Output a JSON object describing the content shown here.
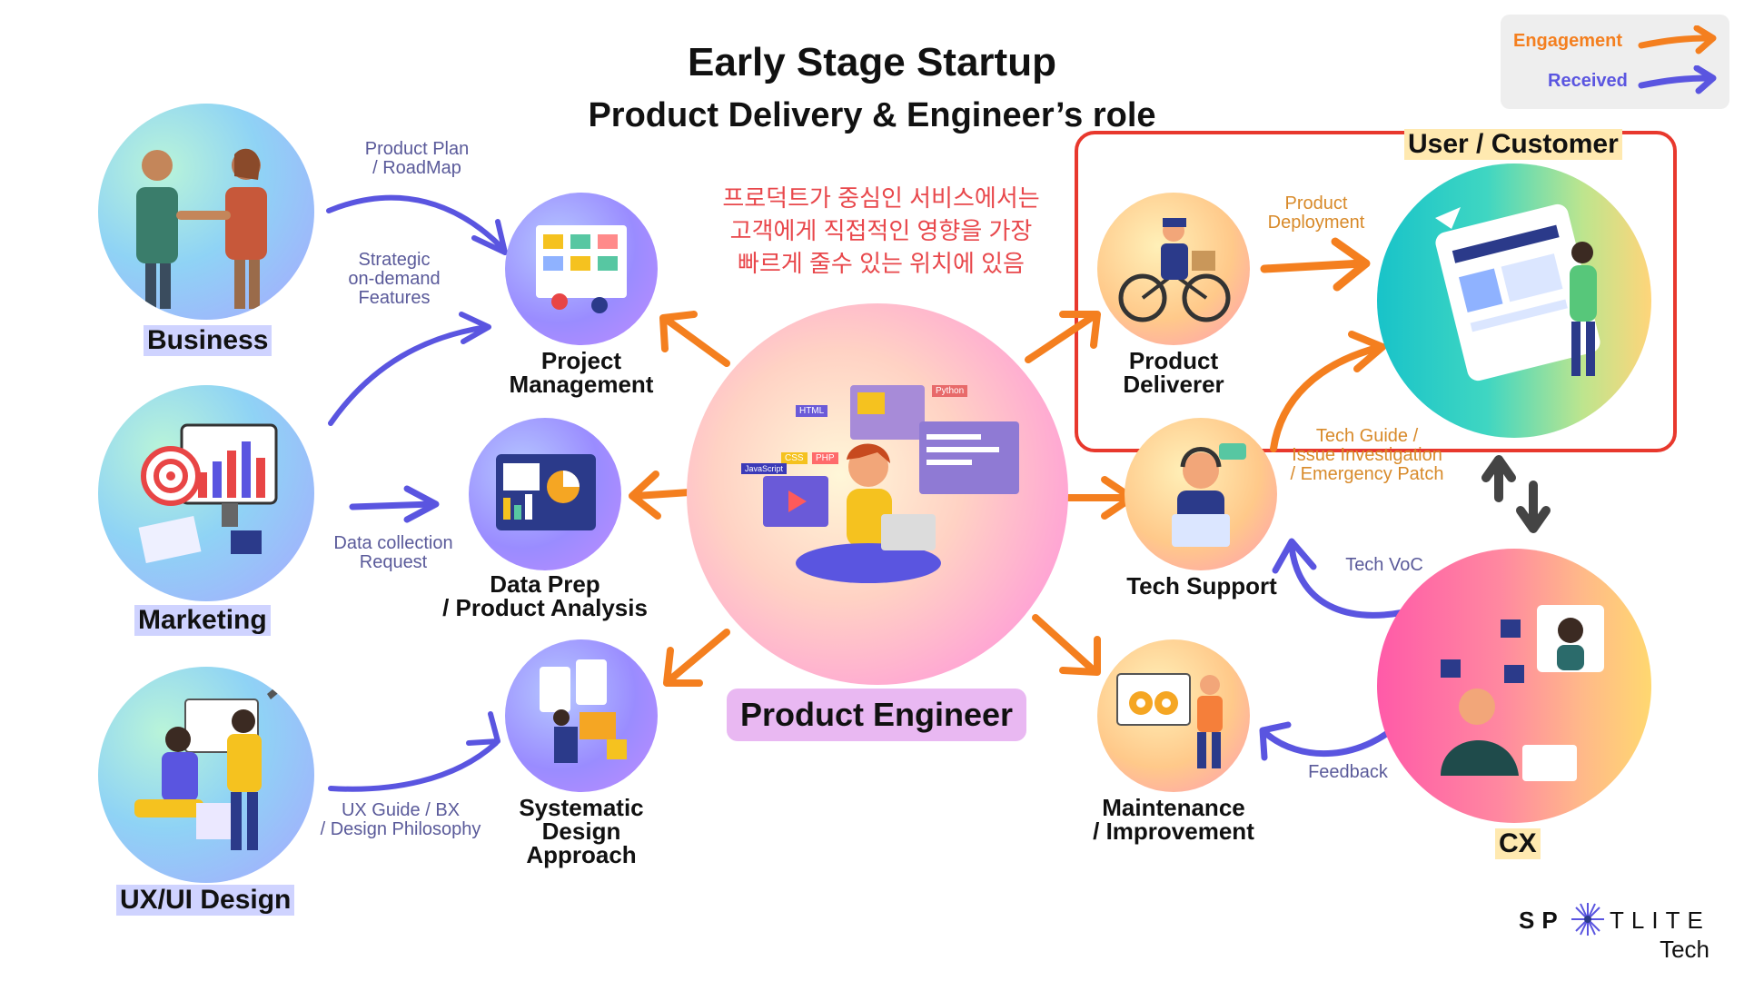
{
  "title": {
    "line1": "Early Stage Startup",
    "line2": "Product Delivery & Engineer’s role"
  },
  "korean_note": {
    "line1": "프로덕트가 중심인 서비스에서는",
    "line2": "고객에게 직접적인 영향을 가장",
    "line3": "빠르게 줄수 있는 위치에 있음"
  },
  "legend": {
    "engagement_label": "Engagement",
    "received_label": "Received",
    "engagement_color": "#f47f1f",
    "received_color": "#5a55e0"
  },
  "nodes": {
    "business": "Business",
    "marketing": "Marketing",
    "ux_ui_design": "UX/UI Design",
    "project_management": {
      "line1": "Project",
      "line2": "Management"
    },
    "data_prep": {
      "line1": "Data Prep",
      "line2": "/ Product Analysis"
    },
    "systematic_design": {
      "line1": "Systematic",
      "line2": "Design",
      "line3": "Approach"
    },
    "product_engineer": "Product Engineer",
    "product_deliverer": {
      "line1": "Product",
      "line2": "Deliverer"
    },
    "tech_support": "Tech Support",
    "maintenance": {
      "line1": "Maintenance",
      "line2": "/ Improvement"
    },
    "user_customer": "User / Customer",
    "cx": "CX"
  },
  "edge_labels": {
    "product_plan": {
      "line1": "Product Plan",
      "line2": "/ RoadMap"
    },
    "strategic": {
      "line1": "Strategic",
      "line2": "on-demand",
      "line3": "Features"
    },
    "data_collection": {
      "line1": "Data collection",
      "line2": "Request"
    },
    "ux_guide": {
      "line1": "UX Guide / BX",
      "line2": "/ Design Philosophy"
    },
    "product_deployment": {
      "line1": "Product",
      "line2": "Deployment"
    },
    "tech_guide": {
      "line1": "Tech Guide /",
      "line2": "Issue Investigation",
      "line3": "/ Emergency Patch"
    },
    "tech_voc": "Tech VoC",
    "feedback": "Feedback"
  },
  "code_tags": [
    "HTML",
    "CSS",
    "PHP",
    "JavaScript",
    "Python"
  ],
  "brand": {
    "word_left": "SP",
    "word_right": "TLITE",
    "sub": "Tech"
  },
  "icons": [
    "handshake-illustration",
    "target-chart-illustration",
    "designers-illustration",
    "kanban-board-illustration",
    "dashboard-illustration",
    "design-blocks-illustration",
    "developer-laptop-illustration",
    "delivery-bike-illustration",
    "support-agent-illustration",
    "gear-worker-illustration",
    "web-app-illustration",
    "customer-chat-illustration",
    "star-logo-icon"
  ],
  "highlight_box_color": "#e8382d"
}
